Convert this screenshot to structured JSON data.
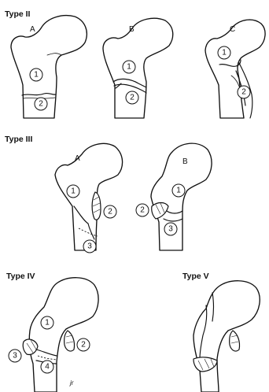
{
  "types": {
    "type2": "Type II",
    "type3": "Type III",
    "type4": "Type IV",
    "type5": "Type V"
  },
  "variants": {
    "a": "A",
    "b": "B",
    "c": "C"
  },
  "fragments": {
    "f1": "1",
    "f2": "2",
    "f3": "3",
    "f4": "4"
  },
  "signature": "jr"
}
